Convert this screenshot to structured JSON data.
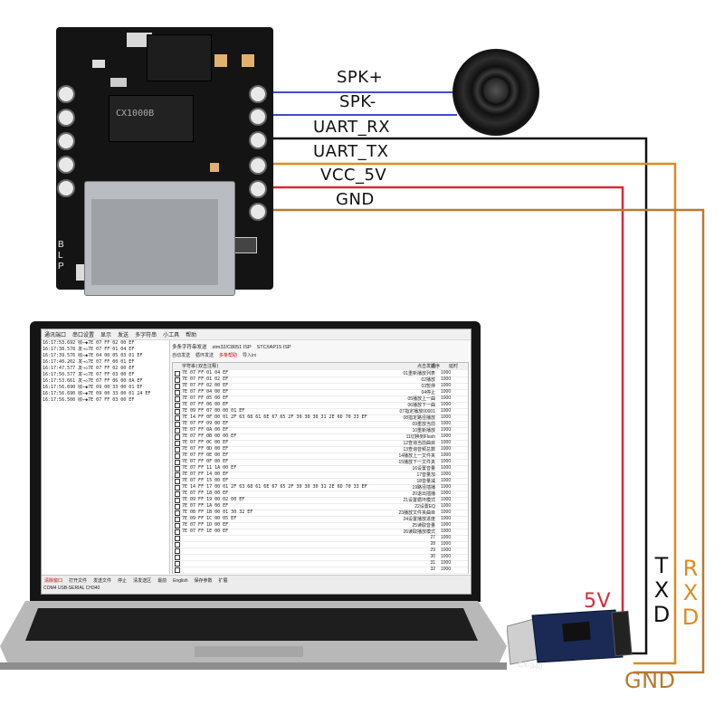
{
  "connections": {
    "module_pins": [
      "SPK+",
      "SPK-",
      "UART_RX",
      "UART_TX",
      "VCC_5V",
      "GND"
    ],
    "adapter_pins": {
      "vcc": "5V",
      "txd": [
        "T",
        "X",
        "D"
      ],
      "rxd": [
        "R",
        "X",
        "D"
      ],
      "gnd": "GND"
    },
    "wire_colors": {
      "speaker": "#3d4fc4",
      "uart_rx": "#111111",
      "uart_tx": "#e08a1e",
      "vcc": "#d62a3c",
      "gnd": "#b87a30"
    },
    "label_colors": {
      "vcc": "#d62a3c",
      "txd": "#111111",
      "rxd": "#e08a1e",
      "gnd": "#b87a30"
    }
  },
  "module": {
    "chip_label": "CX1000B",
    "silkscreen": [
      "B",
      "L",
      "P"
    ]
  },
  "adapter": {
    "label": "CX-340"
  },
  "software": {
    "menu": [
      "通讯端口",
      "串口设置",
      "显示",
      "发送",
      "多字符串",
      "小工具",
      "帮助"
    ],
    "receive_lines": [
      "16:17:53.692 收←◆7E 07 FF 02 00 EF",
      "16:17:38.578 发→◇7E 07 FF 01 04 EF",
      "16:17:39.576 收←◆7E 04 00 05 03 01 EF",
      "16:17:40.202 发→◇7E 07 FF 00 01 EF",
      "16:17:47.577 发→◇7E 07 FF 02 00 EF",
      "16:17:50.577 发→◇7E 07 FF 03 00 EF",
      "16:17:53.661 发→◇7E 07 FF 06 00 0A EF",
      "16:17:56.690 收←◆7E 09 00 33 00 01 EF",
      "16:17:56.690 收←◆7E 09 00 33 00 01 24 EF",
      "16:17:56.500 收←◆7E 07 FF 03 00 EF"
    ],
    "send_tabs": [
      "多条字符串发送",
      "stm32/C8051 ISP",
      "STC/IAP15 ISP"
    ],
    "send_subtabs": [
      "自动发送",
      "循环发送",
      "多条帮助",
      "导入ini"
    ],
    "table_header": {
      "hex": "字符串(双击注释)",
      "name": "点击发送",
      "order": "顺序",
      "delay": "延时"
    },
    "commands": [
      {
        "hex": "7E 07 FF 01 04 EF",
        "name": "01重新播放列表",
        "delay": "1000"
      },
      {
        "hex": "7E 07 FF 01 02 EF",
        "name": "02播放",
        "delay": "1000"
      },
      {
        "hex": "7E 07 FF 02 00 EF",
        "name": "03暂停",
        "delay": "1000"
      },
      {
        "hex": "7E 07 FF 04 00 EF",
        "name": "04停止",
        "delay": "1000"
      },
      {
        "hex": "7E 07 FF 05 00 EF",
        "name": "05播放上一曲",
        "delay": "1000"
      },
      {
        "hex": "7E 07 FF 06 00 EF",
        "name": "06播放下一曲",
        "delay": "1000"
      },
      {
        "hex": "7E 09 FF 07 00 00 01 EF",
        "name": "07指定播放00001",
        "delay": "1000"
      },
      {
        "hex": "7E 14 FF 0F 00 01 2F 63 68 61 6E 67 65 2F 30 30 30 31 2E 6D 70 33 EF",
        "name": "08指定路径播放",
        "delay": "1000"
      },
      {
        "hex": "7E 07 FF 09 00 EF",
        "name": "09重放当前",
        "delay": "1000"
      },
      {
        "hex": "7E 07 FF 0A 00 EF",
        "name": "10重新播放",
        "delay": "1000"
      },
      {
        "hex": "7E 07 FF 0B 00 00 EF",
        "name": "11切换到Flash",
        "delay": "1000"
      },
      {
        "hex": "7E 07 FF 0C 00 EF",
        "name": "12查询当前曲目",
        "delay": "1000"
      },
      {
        "hex": "7E 07 FF 0D 00 EF",
        "name": "13查询音频总数",
        "delay": "1000"
      },
      {
        "hex": "7E 07 FF 0E 00 EF",
        "name": "14播放上一文件夹",
        "delay": "1000"
      },
      {
        "hex": "7E 07 FF 0F 00 EF",
        "name": "15播放下一文件夹",
        "delay": "1000"
      },
      {
        "hex": "7E 07 FF 11 1A 00 EF",
        "name": "16设置音量",
        "delay": "1000"
      },
      {
        "hex": "7E 07 FF 14 00 EF",
        "name": "17音量加",
        "delay": "1000"
      },
      {
        "hex": "7E 07 FF 15 00 EF",
        "name": "18音量减",
        "delay": "1000"
      },
      {
        "hex": "7E 14 FF 17 00 01 2F 63 68 61 6E 67 65 2F 30 30 30 31 2E 6D 70 33 EF",
        "name": "19路径插播",
        "delay": "1000"
      },
      {
        "hex": "7E 07 FF 18 00 EF",
        "name": "20退出插播",
        "delay": "1000"
      },
      {
        "hex": "7E 09 FF 19 00 02 00 EF",
        "name": "21设置循环模式",
        "delay": "1000"
      },
      {
        "hex": "7E 07 FF 1A 00 EF",
        "name": "22设置EQ",
        "delay": "1000"
      },
      {
        "hex": "7E 08 FF 1B 00 01 30 32 EF",
        "name": "23播放文件夹曲目",
        "delay": "1000"
      },
      {
        "hex": "7E 09 FF 1C 00 05 EF",
        "name": "24设置播放进度",
        "delay": "1000"
      },
      {
        "hex": "7E 07 FF 1D 00 EF",
        "name": "25读取音量",
        "delay": "1000"
      },
      {
        "hex": "7E 07 FF 1E 00 EF",
        "name": "26读取播放模式",
        "delay": "1000"
      },
      {
        "hex": "",
        "name": "27",
        "delay": "1000"
      },
      {
        "hex": "",
        "name": "28",
        "delay": "1000"
      },
      {
        "hex": "",
        "name": "29",
        "delay": "1000"
      },
      {
        "hex": "",
        "name": "30",
        "delay": "1000"
      },
      {
        "hex": "",
        "name": "31",
        "delay": "1000"
      },
      {
        "hex": "",
        "name": "32",
        "delay": "1000"
      }
    ],
    "status": [
      "清除窗口",
      "打开文件",
      "发送文件",
      "停止",
      "清发送区",
      "最前",
      "English",
      "保存参数",
      "扩展"
    ],
    "port_label": "COM4 USB-SERIAL CH340"
  }
}
